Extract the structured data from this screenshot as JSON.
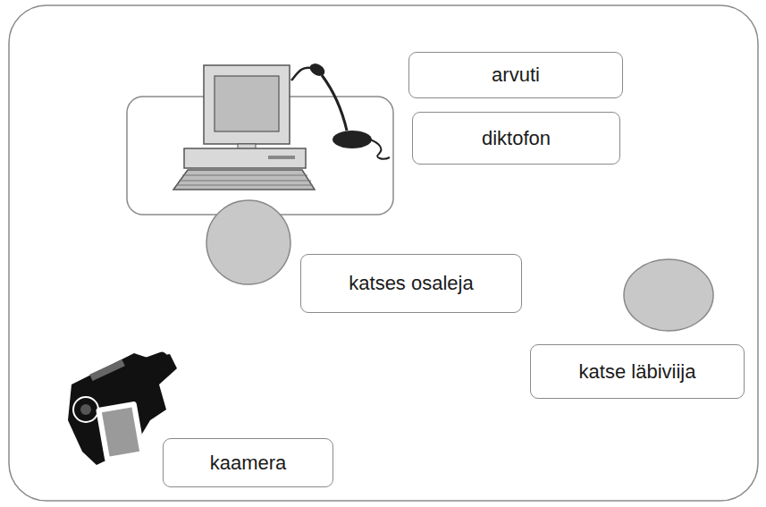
{
  "diagram": {
    "nodes": [
      {
        "text": [
          "arvuti"
        ]
      },
      {
        "text": [
          "diktofon"
        ]
      },
      {
        "text": [
          "katses osaleja"
        ]
      },
      {
        "text": [
          "katse läbiviija"
        ]
      },
      {
        "text": [
          "kaamera"
        ]
      }
    ]
  }
}
